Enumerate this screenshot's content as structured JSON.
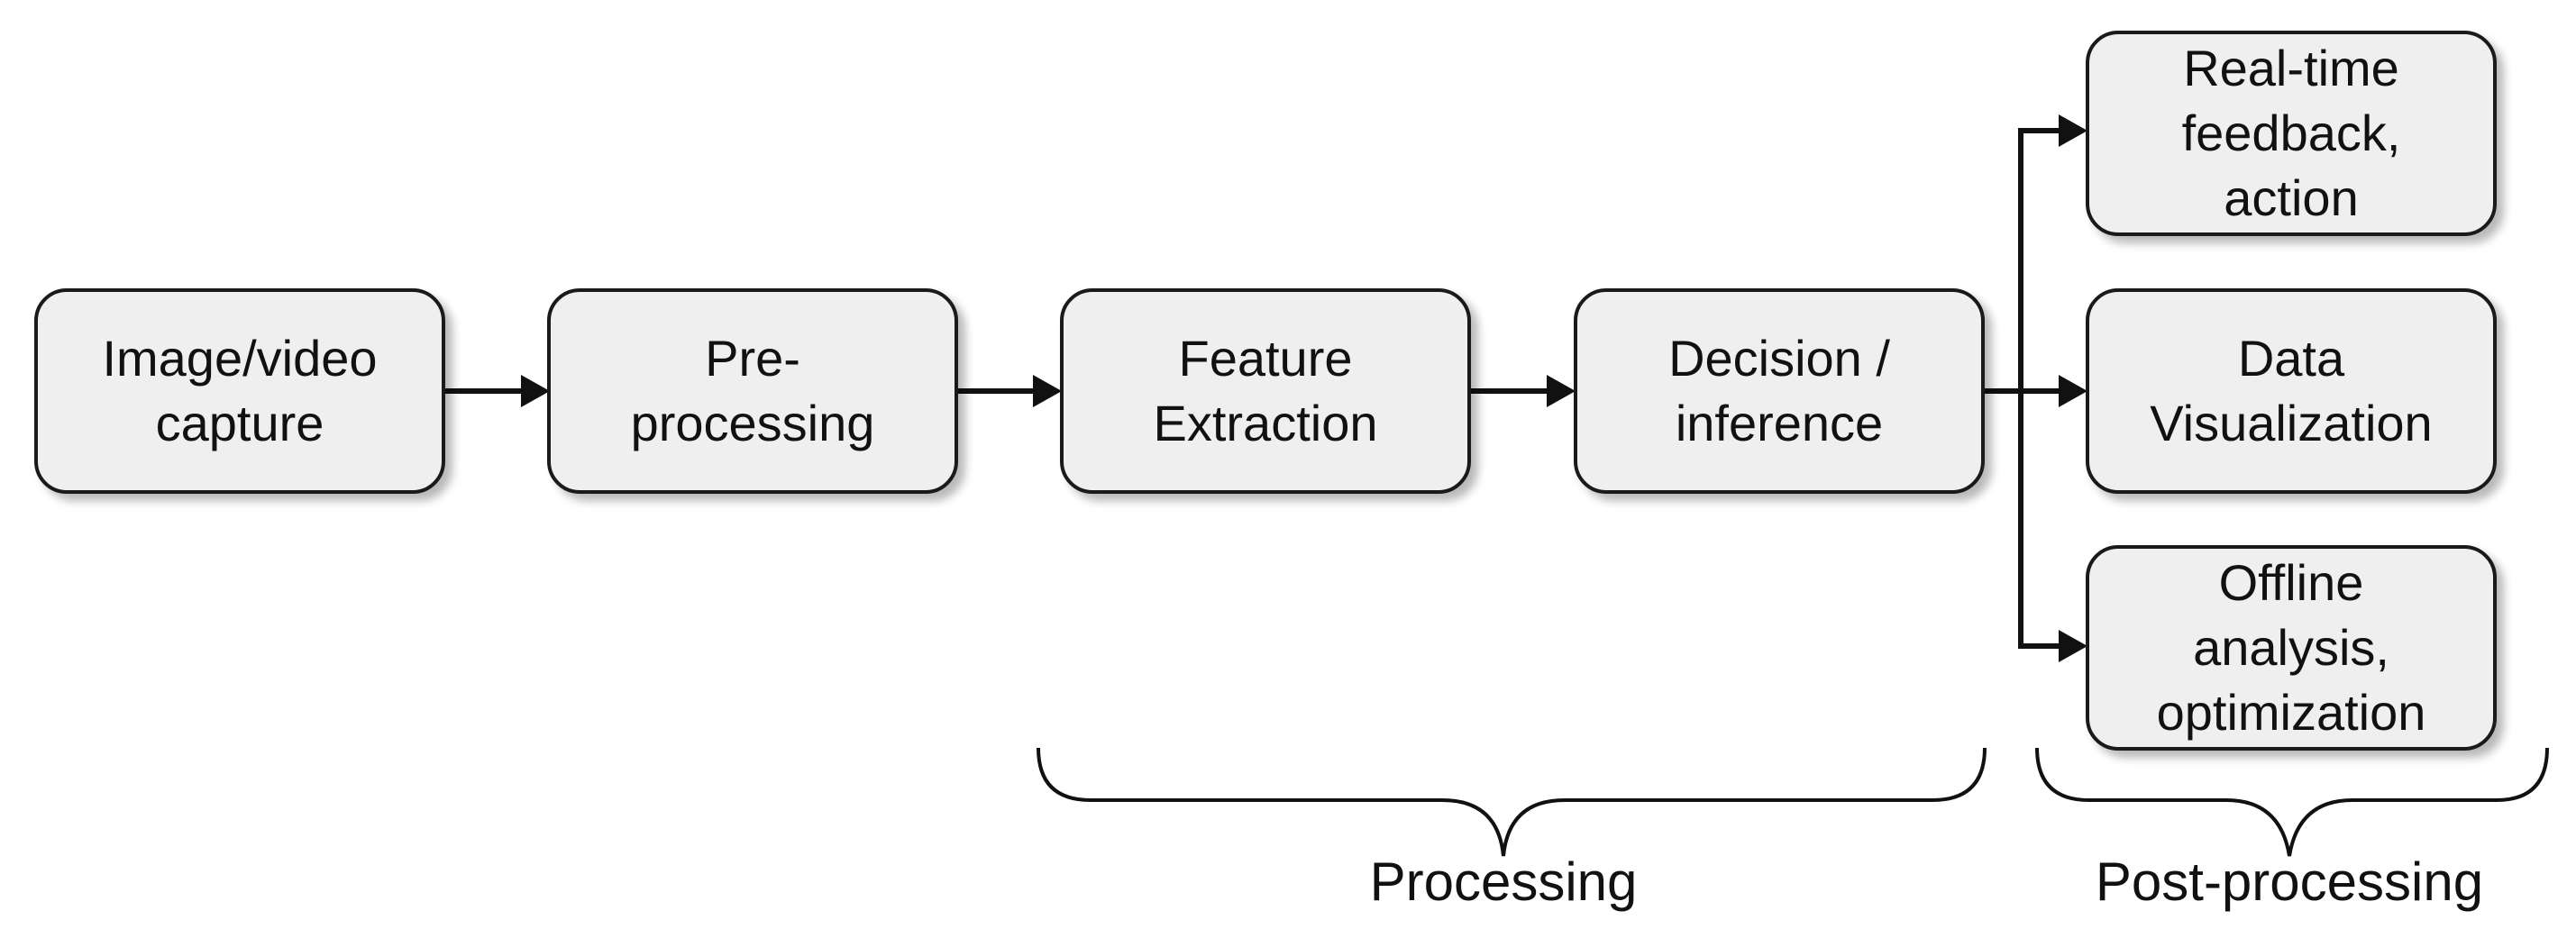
{
  "diagram": {
    "main_flow": [
      {
        "id": "capture",
        "label": "Image/video\ncapture"
      },
      {
        "id": "preprocessing",
        "label": "Pre-\nprocessing"
      },
      {
        "id": "feature",
        "label": "Feature\nExtraction"
      },
      {
        "id": "decision",
        "label": "Decision /\ninference"
      }
    ],
    "outputs": [
      {
        "id": "realtime",
        "label": "Real-time\nfeedback,\naction"
      },
      {
        "id": "visualization",
        "label": "Data\nVisualization"
      },
      {
        "id": "offline",
        "label": "Offline\nanalysis,\noptimization"
      }
    ],
    "groups": {
      "processing": "Processing",
      "post_processing": "Post-processing"
    }
  }
}
